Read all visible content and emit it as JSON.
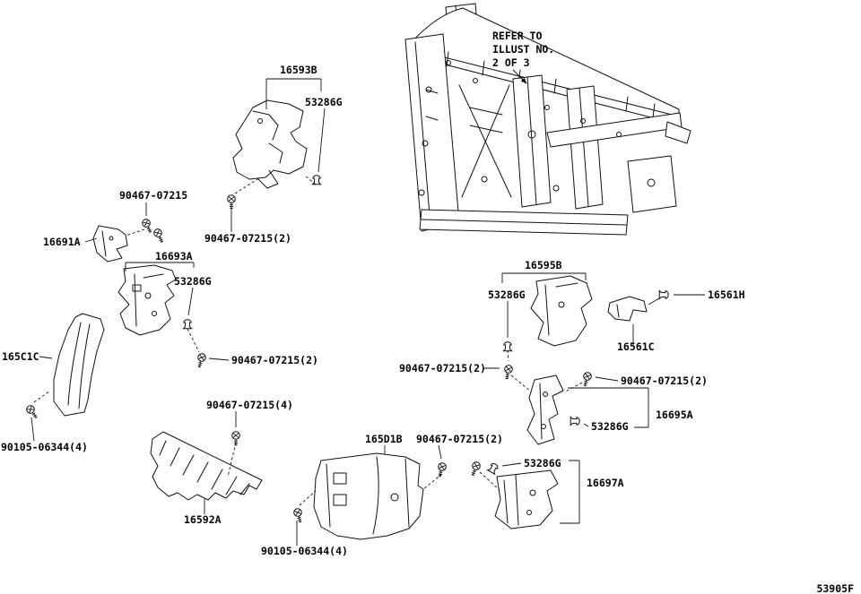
{
  "note": {
    "lines": [
      "REFER TO",
      "ILLUST NO.",
      "2 OF 3"
    ]
  },
  "doc_code": "53905F",
  "colors": {
    "ink": "#111111",
    "background": "#ffffff"
  },
  "labels": {
    "p16593B": "16593B",
    "p16691A": "16691A",
    "p16693A": "16693A",
    "p165C1C": "165C1C",
    "p16592A": "16592A",
    "p165D1B": "165D1B",
    "p16595B": "16595B",
    "p16561H": "16561H",
    "p16561C": "16561C",
    "p16695A": "16695A",
    "p16697A": "16697A",
    "grommet_a": "53286G",
    "grommet_b": "53286G",
    "grommet_c": "53286G",
    "grommet_d": "53286G",
    "grommet_e": "53286G",
    "bolt_90467": "90467-07215",
    "bolt_90467_2a": "90467-07215(2)",
    "bolt_90467_2b": "90467-07215(2)",
    "bolt_90467_2c": "90467-07215(2)",
    "bolt_90467_2d": "90467-07215(2)",
    "bolt_90467_2e": "90467-07215(2)",
    "bolt_90467_4": "90467-07215(4)",
    "bolt_90105_a": "90105-06344(4)",
    "bolt_90105_b": "90105-06344(4)"
  }
}
